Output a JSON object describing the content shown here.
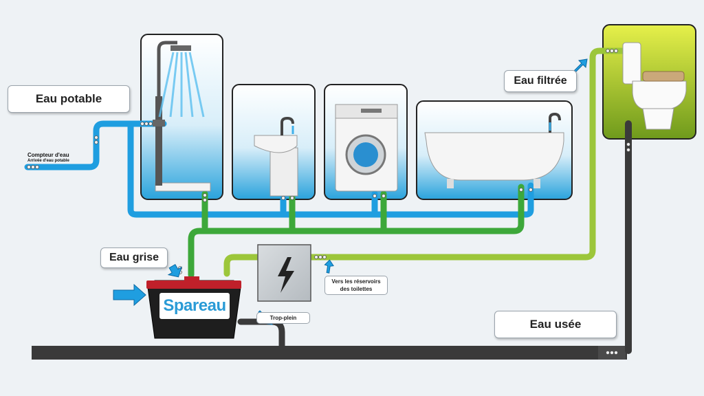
{
  "labels": {
    "eau_potable": "Eau potable",
    "eau_filtree": "Eau filtrée",
    "eau_grise": "Eau grise",
    "eau_usee": "Eau usée",
    "compteur": "Compteur d'eau",
    "arrivee": "Arrivée d'eau potable",
    "vers_reservoirs_line1": "Vers les réservoirs",
    "vers_reservoirs_line2": "des toilettes",
    "trop_plein": "Trop-plein"
  },
  "logo_text": "Spareau",
  "colors": {
    "potable": "#1f9ee0",
    "grey_water": "#3da83a",
    "filtered": "#9cc63a",
    "waste": "#3a3a3a",
    "arrow": "#1f9ee0"
  },
  "icons": [
    "shower-icon",
    "sink-icon",
    "washing-machine-icon",
    "bathtub-icon",
    "toilet-icon",
    "electric-box-icon",
    "tank-icon"
  ]
}
